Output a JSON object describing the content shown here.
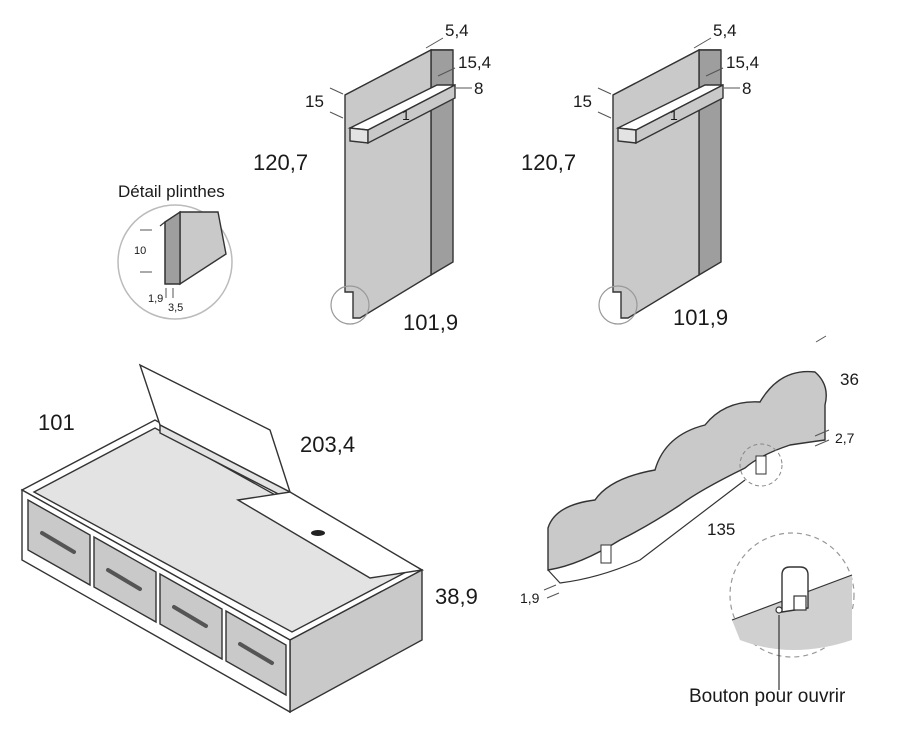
{
  "headboard_left": {
    "height": "120,7",
    "width": "101,9",
    "top_offset": "15",
    "thickness": "5,4",
    "shelf_depth": "15,4",
    "shelf_height": "8",
    "shelf_marker": "1"
  },
  "headboard_right": {
    "height": "120,7",
    "width": "101,9",
    "top_offset": "15",
    "thickness": "5,4",
    "shelf_depth": "15,4",
    "shelf_height": "8",
    "shelf_marker": "1"
  },
  "plinth_detail": {
    "title": "Détail plinthes",
    "height": "10",
    "recess": "1,9",
    "depth": "3,5"
  },
  "bed": {
    "width": "101",
    "length": "203,4",
    "height": "38,9"
  },
  "cloud_panel": {
    "height": "36",
    "thickness_top": "2,7",
    "length": "135",
    "thickness_bottom": "1,9",
    "button_label": "Bouton pour ouvrir"
  }
}
